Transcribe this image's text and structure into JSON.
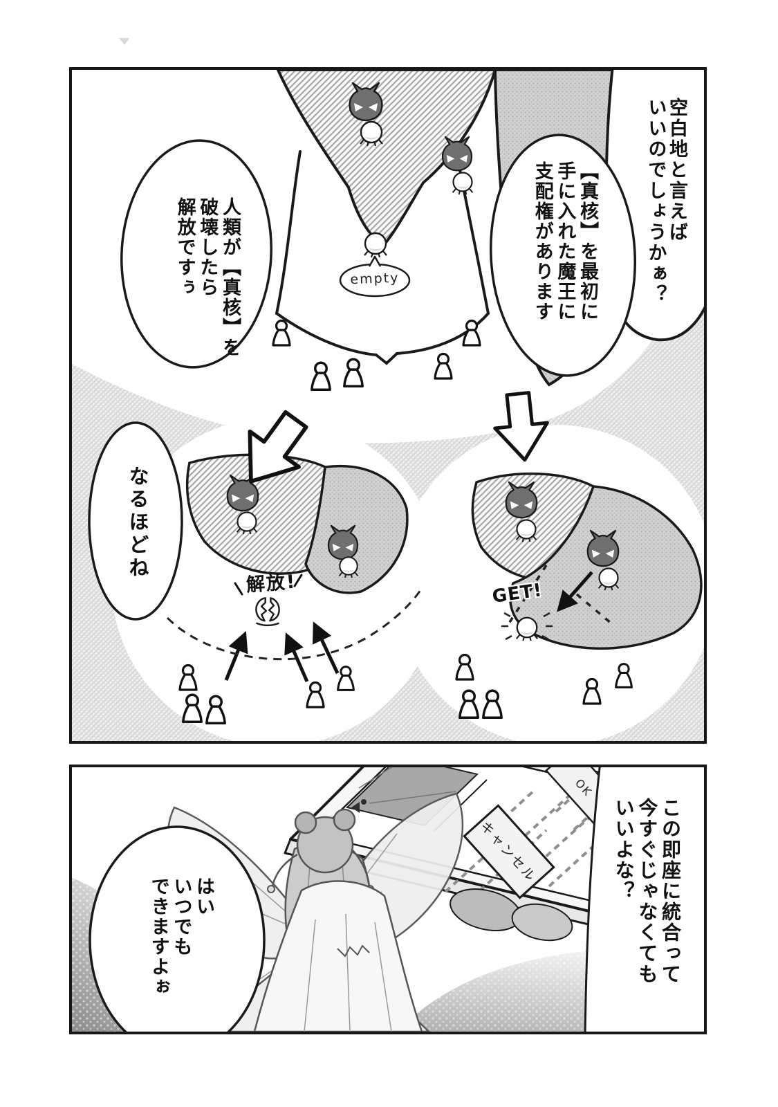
{
  "page": {
    "background": "#ffffff",
    "ink": "#1a1a1a"
  },
  "panel1": {
    "speech_bubbles": {
      "question": {
        "lines": [
          "空白地と言えば",
          "いいのでしょうかぁ？"
        ]
      },
      "rule": {
        "lines": [
          "【真核】を最初に",
          "手に入れた魔王に",
          "支配権があります"
        ]
      },
      "release_rule": {
        "lines": [
          "人類が【真核】を",
          "破壊したら",
          "解放ですぅ"
        ]
      },
      "reply": {
        "lines": [
          "なるほどね"
        ]
      }
    },
    "labels": {
      "empty_territory": "empty",
      "release": "解放!",
      "get": "GET!"
    }
  },
  "panel2": {
    "speech_bubbles": {
      "question": {
        "lines": [
          "この即座に統合って",
          "今すぐじゃなくても",
          "いいよな？"
        ]
      },
      "answer": {
        "lines": [
          "はい",
          "いつでも",
          "できますよぉ"
        ]
      }
    },
    "device": {
      "cancel_button": "キャンセル",
      "ok_button": "OK"
    }
  },
  "colors": {
    "halftone_light": "#e4e4e4",
    "halftone_mid": "#c9c9c9",
    "hatch_gray": "#a6a6a6",
    "speckle_gray": "#9a9a9a"
  }
}
